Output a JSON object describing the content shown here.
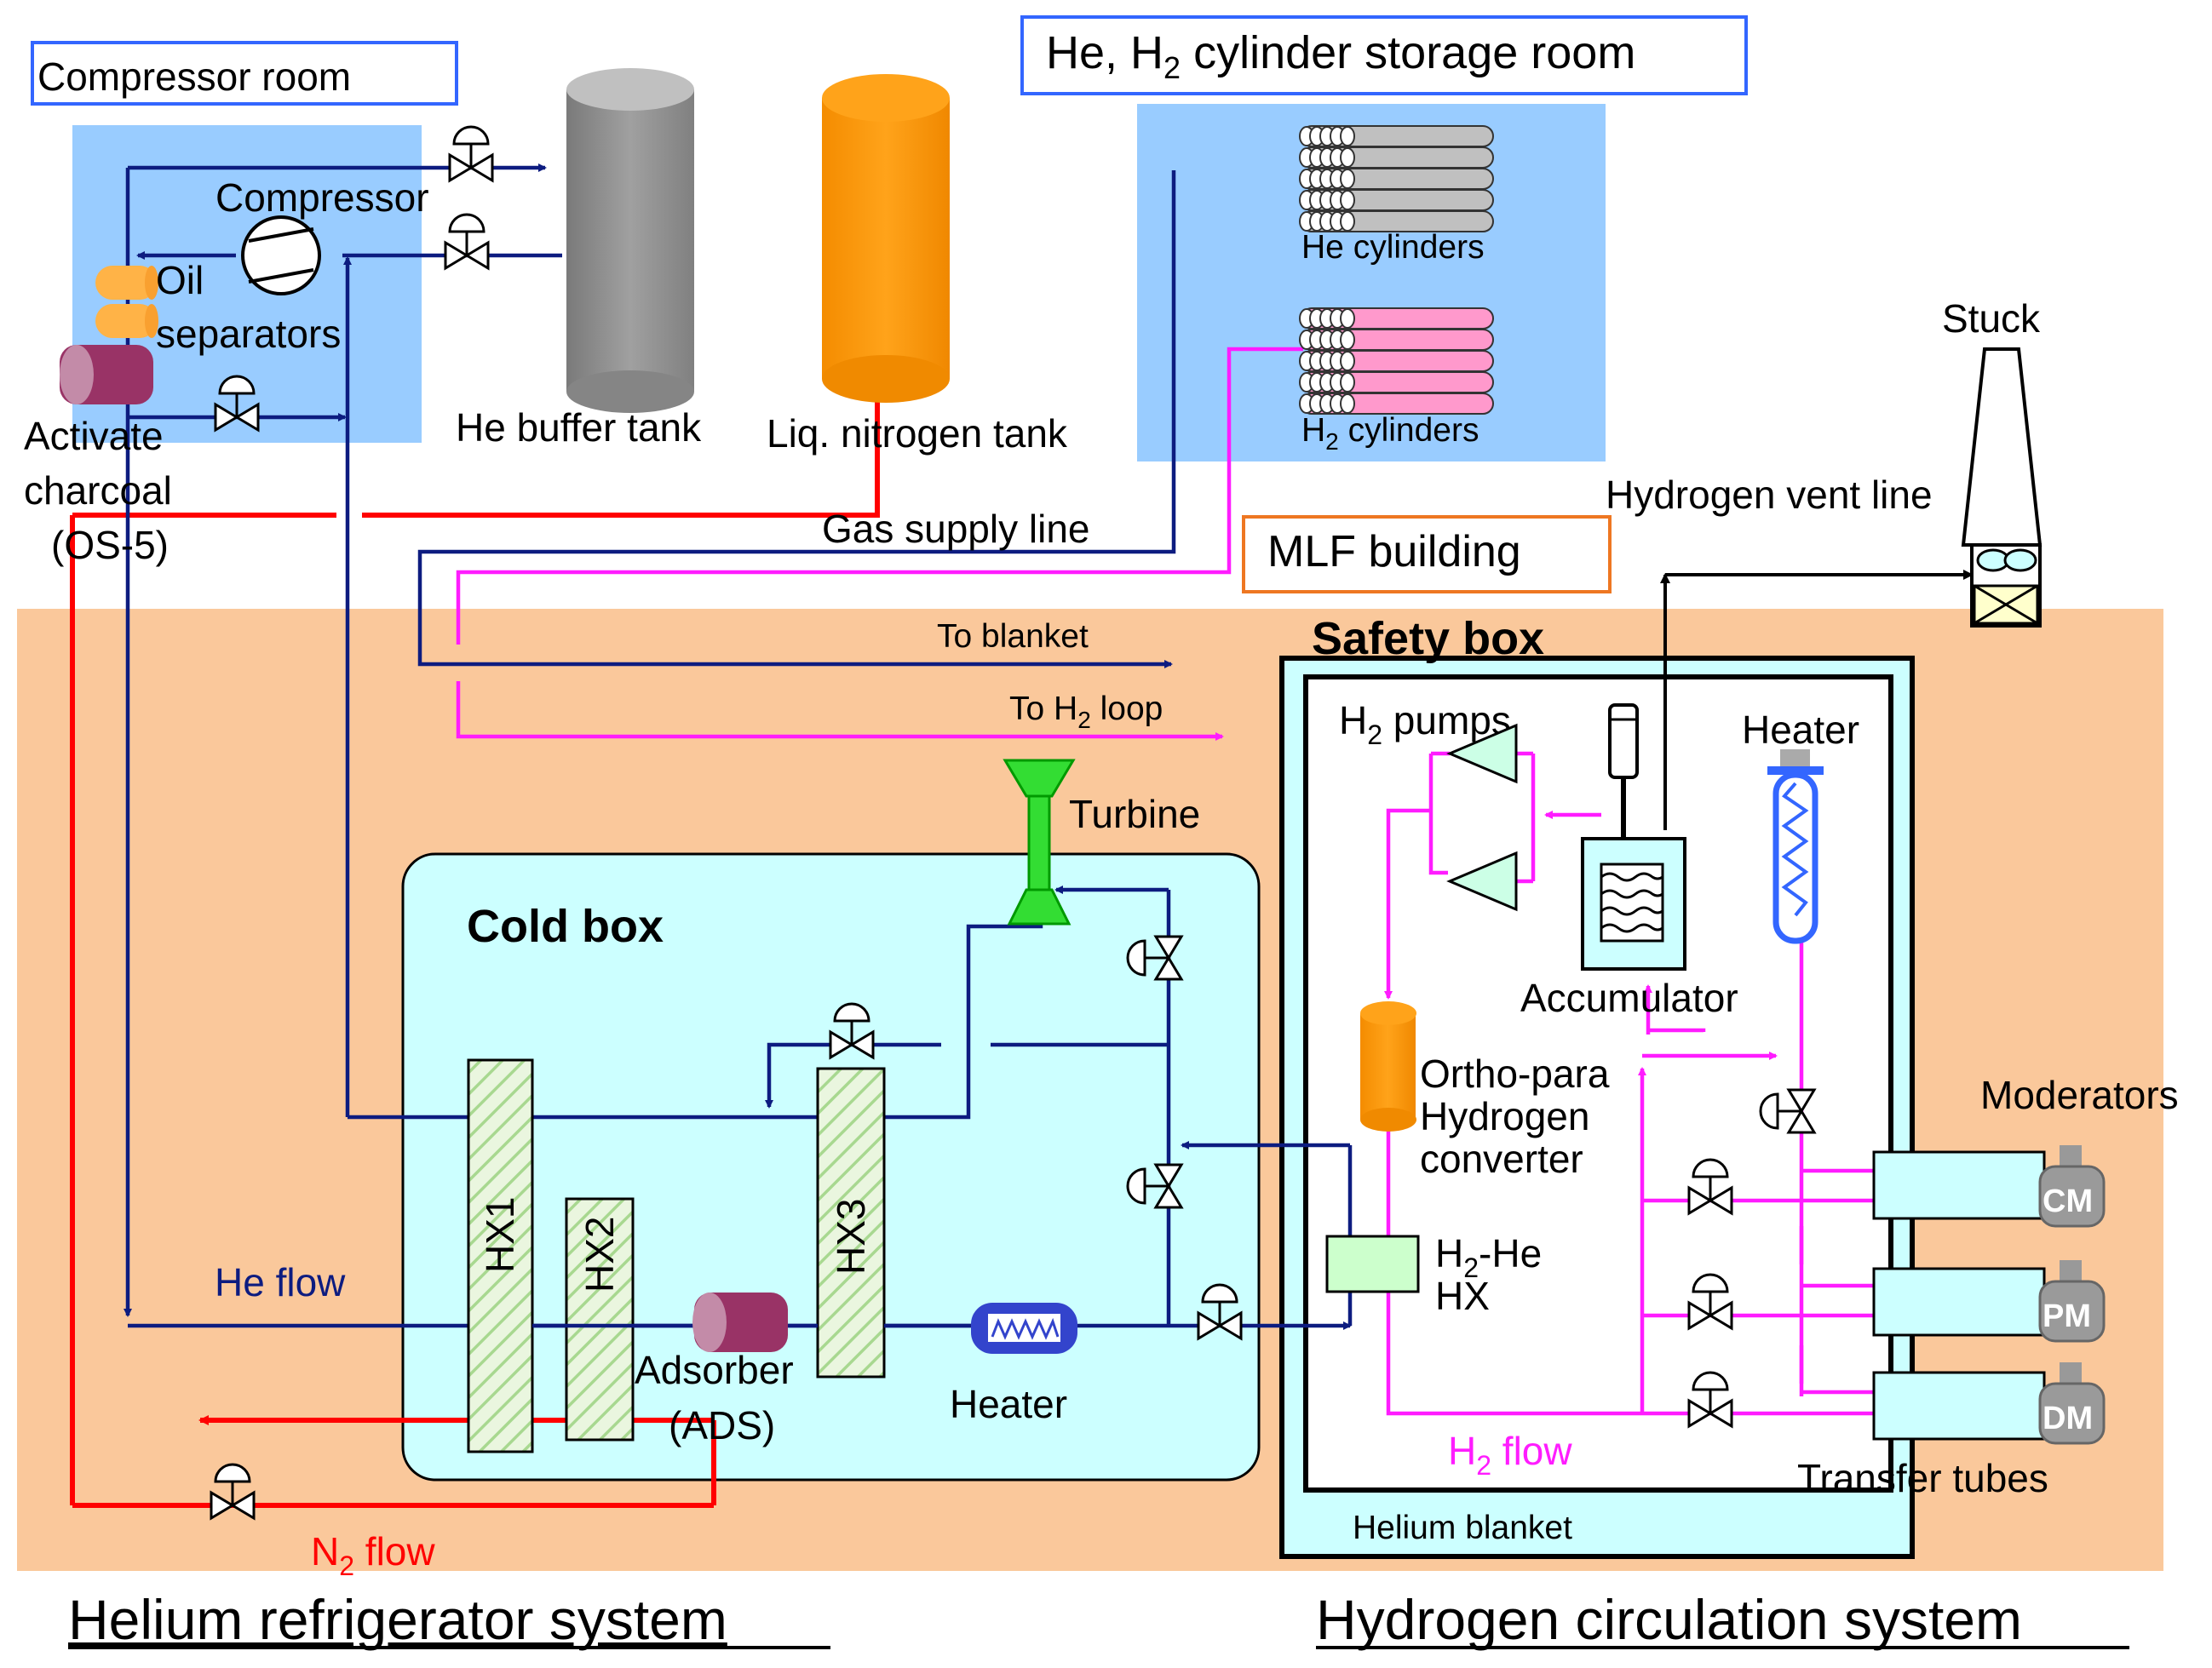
{
  "rooms": {
    "compressor_room": "Compressor room",
    "cylinder_room_prefix": "He, H",
    "cylinder_room_sub": "2",
    "cylinder_room_suffix": " cylinder storage room",
    "mlf_building": "MLF building"
  },
  "compressor": {
    "compressor": "Compressor",
    "oil_line1": "Oil",
    "oil_line2": "separators",
    "charcoal_line1": "Activate",
    "charcoal_line2": "charcoal",
    "charcoal_line3": "(OS-5)",
    "he_buffer_tank": "He buffer tank",
    "liq_nitrogen_tank": "Liq. nitrogen tank"
  },
  "cylinders": {
    "he_cylinders": "He cylinders",
    "h2_prefix": "H",
    "h2_sub": "2",
    "h2_suffix": " cylinders"
  },
  "lines": {
    "gas_supply_line": "Gas supply line",
    "to_blanket": "To blanket",
    "to_h2_prefix": "To H",
    "to_h2_sub": "2",
    "to_h2_suffix": " loop",
    "hydrogen_vent_line": "Hydrogen vent line",
    "stuck": "Stuck"
  },
  "cold_box": {
    "title": "Cold box",
    "turbine": "Turbine",
    "hx1": "HX1",
    "hx2": "HX2",
    "hx3": "HX3",
    "adsorber_line1": "Adsorber",
    "adsorber_line2": "(ADS)",
    "heater": "Heater",
    "he_flow": "He flow",
    "n2_prefix": "N",
    "n2_sub": "2",
    "n2_suffix": " flow"
  },
  "safety_box": {
    "title": "Safety box",
    "pumps_prefix": "H",
    "pumps_sub": "2",
    "pumps_suffix": " pumps",
    "heater": "Heater",
    "accumulator": "Accumulator",
    "converter_line1": "Ortho-para",
    "converter_line2": "Hydrogen",
    "converter_line3": "converter",
    "hx_prefix": "H",
    "hx_sub": "2",
    "hx_suffix": "-He",
    "hx_line2": "HX",
    "h2_flow_prefix": "H",
    "h2_flow_sub": "2",
    "h2_flow_suffix": " flow",
    "helium_blanket": "Helium blanket",
    "moderators": "Moderators",
    "cm": "CM",
    "pm": "PM",
    "dm": "DM",
    "transfer_tubes": "Transfer tubes"
  },
  "systems": {
    "helium": "Helium refrigerator system",
    "hydrogen": "Hydrogen circulation system"
  },
  "colors": {
    "helium_line": "#0d1c80",
    "hydrogen_line": "#ff1cff",
    "nitrogen_line": "#ff0000",
    "room_fill": "#99ccff",
    "building_fill": "#fac89b",
    "cold_box_fill": "#ccffff"
  }
}
